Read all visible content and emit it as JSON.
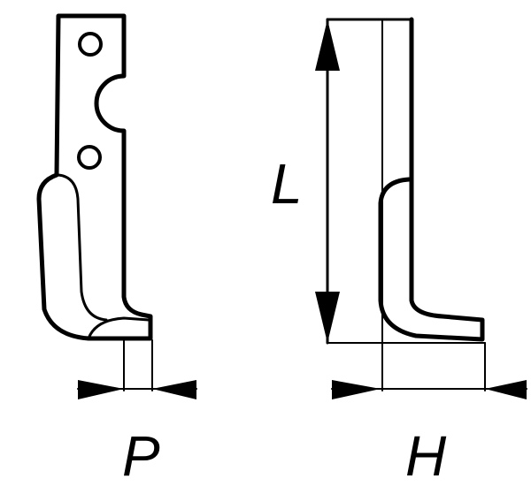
{
  "labels": {
    "pitch": "P",
    "height": "H",
    "length": "L"
  },
  "colors": {
    "stroke": "#000000",
    "background": "#ffffff"
  }
}
